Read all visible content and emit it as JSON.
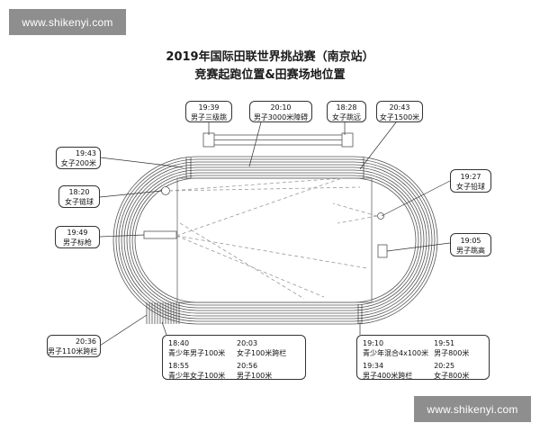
{
  "watermark": {
    "text": "www.shikenyi.com"
  },
  "title": {
    "line1": "2019年国际田联世界挑战赛（南京站）",
    "line2": "竞赛起跑位置&田赛场地位置"
  },
  "events": {
    "triple_jump": {
      "time": "19:39",
      "name": "男子三级跳"
    },
    "steeplechase": {
      "time": "20:10",
      "name": "男子3000米障碍"
    },
    "long_jump": {
      "time": "18:28",
      "name": "女子跳远"
    },
    "w1500": {
      "time": "20:43",
      "name": "女子1500米"
    },
    "w200": {
      "time": "19:43",
      "name": "女子200米"
    },
    "hammer": {
      "time": "18:20",
      "name": "女子链球"
    },
    "javelin": {
      "time": "19:49",
      "name": "男子标枪"
    },
    "shot_put": {
      "time": "19:27",
      "name": "女子铅球"
    },
    "high_jump": {
      "time": "19:05",
      "name": "男子跳高"
    },
    "m110h": {
      "time": "20:36",
      "name": "男子110米跨栏"
    },
    "finish_group": [
      {
        "time": "18:40",
        "name": "青少年男子100米"
      },
      {
        "time": "20:03",
        "name": "女子100米跨栏"
      },
      {
        "time": "18:55",
        "name": "青少年女子100米"
      },
      {
        "time": "20:56",
        "name": "男子100米"
      }
    ],
    "back_group": [
      {
        "time": "19:10",
        "name": "青少年混合4x100米"
      },
      {
        "time": "19:51",
        "name": "男子800米"
      },
      {
        "time": "19:34",
        "name": "男子400米跨栏"
      },
      {
        "time": "20:25",
        "name": "女子800米"
      }
    ]
  }
}
